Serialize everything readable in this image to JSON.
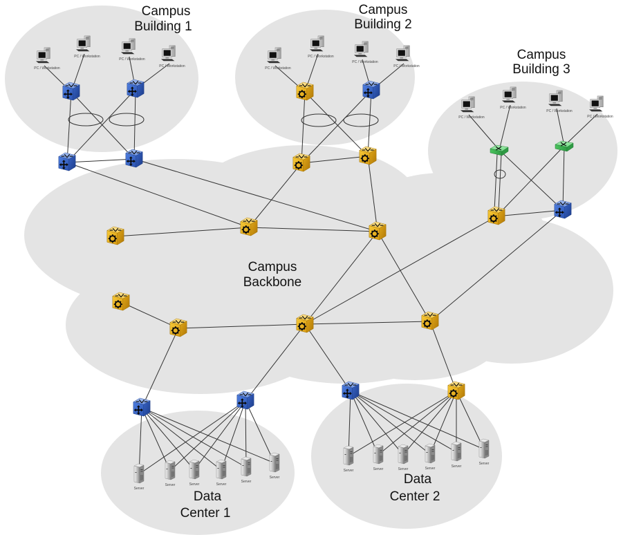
{
  "diagram": {
    "zones": [
      {
        "id": "bldg1",
        "title_line1": "Campus",
        "title_line2": "Building 1"
      },
      {
        "id": "bldg2",
        "title_line1": "Campus",
        "title_line2": "Building 2"
      },
      {
        "id": "bldg3",
        "title_line1": "Campus",
        "title_line2": "Building 3"
      },
      {
        "id": "backbone",
        "title_line1": "Campus",
        "title_line2": "Backbone"
      },
      {
        "id": "dc1",
        "title_line1": "Data",
        "title_line2": "Center 1"
      },
      {
        "id": "dc2",
        "title_line1": "Data",
        "title_line2": "Center 2"
      }
    ],
    "workstation_label": "PC / Workstation",
    "server_label": "Server",
    "device_colors": {
      "blue": "#3f6fd1",
      "yellow": "#f0b81e",
      "green": "#5ccf6e"
    },
    "node_types": {
      "blue-switch": "Layer 2/3 switch (arrows icon)",
      "yellow-router": "Routing switch (gear icon)",
      "green-switch": "Edge switch"
    }
  }
}
